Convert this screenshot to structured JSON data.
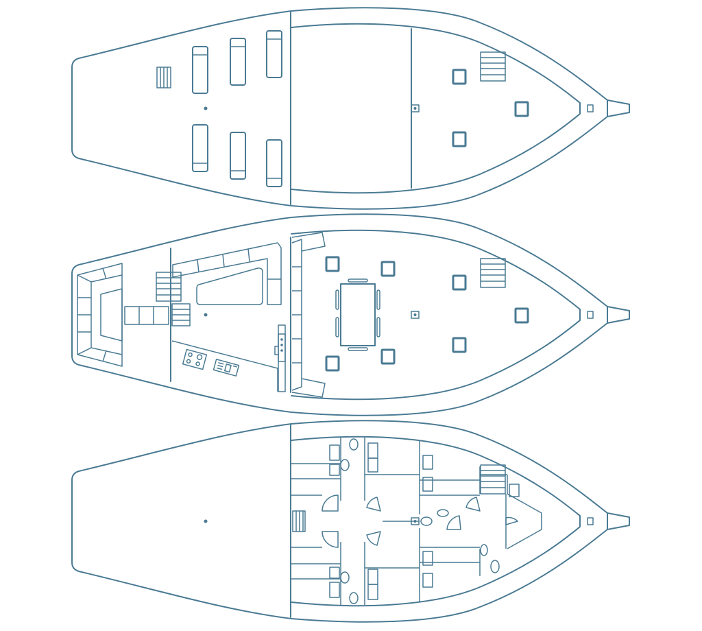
{
  "colors": {
    "stroke": "#4a7a93",
    "background": "#ffffff"
  },
  "decks": [
    {
      "id": "upper-deck",
      "features": [
        "sun-loungers",
        "stair-hatch",
        "skylights",
        "bow-sprit"
      ]
    },
    {
      "id": "main-deck",
      "features": [
        "aft-lounge-sofa",
        "galley-kitchen",
        "bar-counter",
        "dining-table",
        "skylights",
        "bow-sprit"
      ]
    },
    {
      "id": "lower-deck",
      "features": [
        "guest-cabins",
        "bathrooms",
        "corridor",
        "bow-sprit"
      ]
    }
  ],
  "icons": [
    "stair-icon",
    "skylight-icon",
    "lounger-icon",
    "stove-icon",
    "sink-icon",
    "toilet-icon",
    "table-icon",
    "chair-icon",
    "door-icon"
  ]
}
